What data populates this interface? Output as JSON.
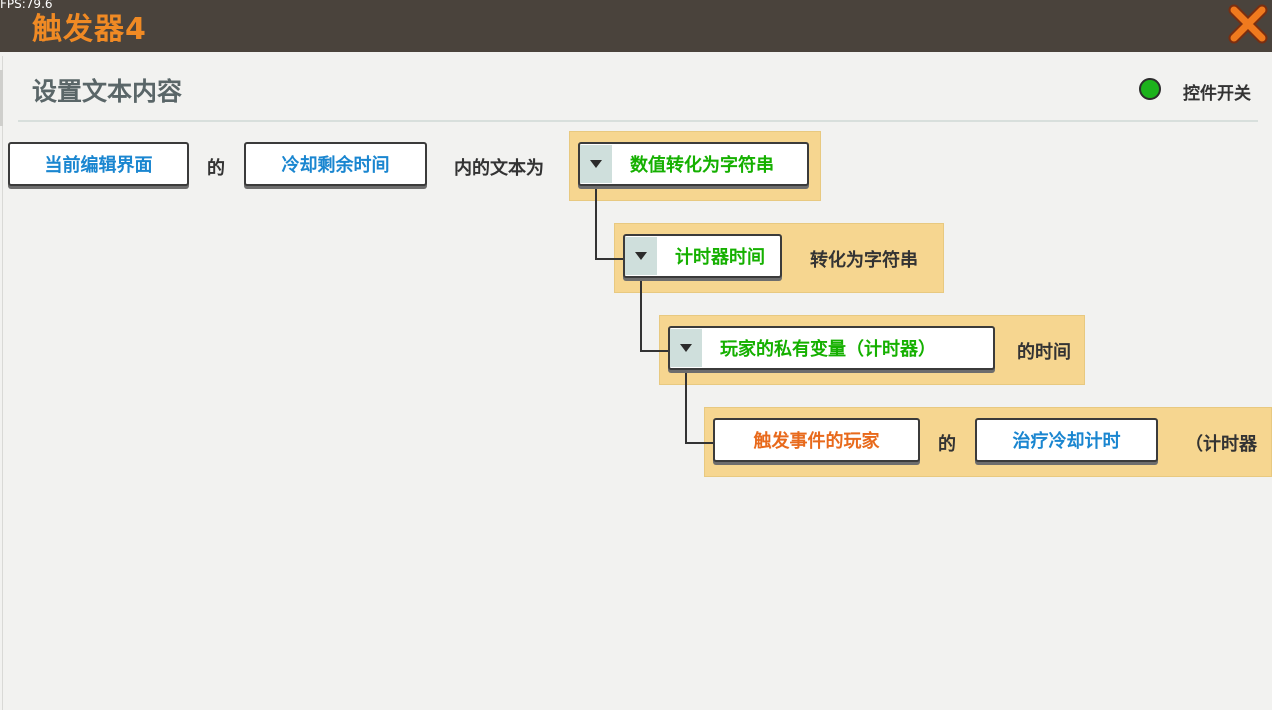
{
  "overlay": {
    "fps": "FPS:79.6"
  },
  "window": {
    "title": "触发器4"
  },
  "header": {
    "section_title": "设置文本内容",
    "toggle_label": "控件开关",
    "toggle_color": "#1cb21c"
  },
  "row1": {
    "target": "当前编辑界面",
    "of": "的",
    "component": "冷却剩余时间",
    "text_is": "内的文本为",
    "func": "数值转化为字符串"
  },
  "row2": {
    "func": "计时器时间",
    "suffix": "转化为字符串"
  },
  "row3": {
    "func": "玩家的私有变量（计时器）",
    "suffix": "的时间"
  },
  "row4": {
    "player": "触发事件的玩家",
    "of": "的",
    "variable": "治疗冷却计时",
    "suffix": "（计时器"
  },
  "colors": {
    "accent": "#f08a24",
    "link_blue": "#1a86d0",
    "func_green": "#15b000",
    "player_orange": "#e86a1c",
    "block_yellow": "#f6d690"
  },
  "icons": {
    "close": "close-x-icon",
    "dropdown": "triangle-down-icon"
  }
}
